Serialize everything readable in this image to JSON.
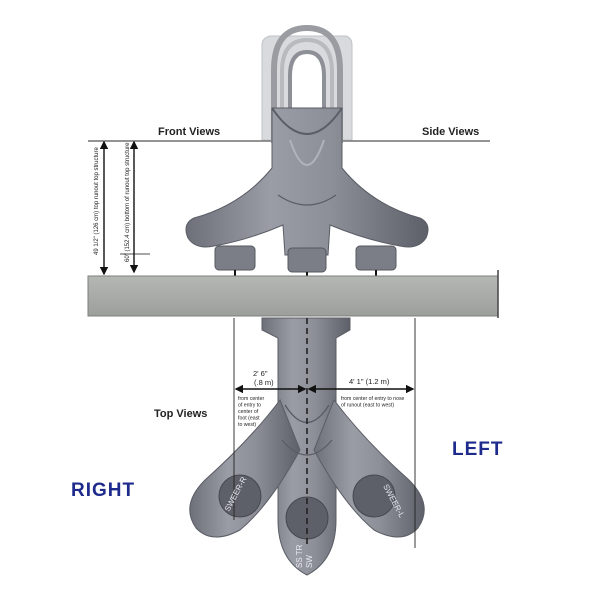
{
  "labels": {
    "front_views": "Front Views",
    "side_views": "Side Views",
    "top_views": "Top Views",
    "right": "RIGHT",
    "left": "LEFT"
  },
  "dimensions": {
    "height_top": "49 1/2\" (126 cm) top runout top structure",
    "height_bottom": "60\" (152.4 cm) bottom of runout top structure",
    "right_dist": "2' 6\"",
    "right_dist_metric": "(.8 m)",
    "right_note": [
      "from center",
      "of entry to",
      "center of",
      "foot (east",
      "to west)"
    ],
    "left_dist": "4' 1\" (1.2 m)",
    "left_note": [
      "from center of entry to nose",
      "of runout (east to  west)"
    ]
  },
  "markers": {
    "right_mark": "SWEER-R",
    "left_mark": "SWEER-L",
    "center_mark_1": "SS TR",
    "center_mark_2": "SW"
  },
  "colors": {
    "slide_gray": "#8a8d95",
    "slide_dark": "#5f626b",
    "platform": "#a6a8a5",
    "direction_text": "#1e2b8c"
  }
}
